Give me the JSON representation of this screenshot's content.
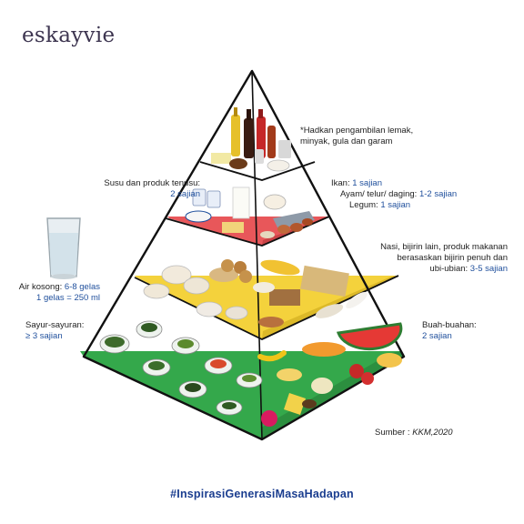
{
  "brand": "eskayvie",
  "tiers": {
    "top": {
      "note": "*Hadkan pengambilan lemak, minyak, gula dan garam"
    },
    "second": {
      "left_label": "Susu dan produk tenusu:",
      "left_value": "2 sajian",
      "right_items": [
        {
          "label": "Ikan: ",
          "value": "1 sajian"
        },
        {
          "label": "Ayam/ telur/ daging: ",
          "value": "1-2 sajian"
        },
        {
          "label": "Legum: ",
          "value": "1 sajian"
        }
      ]
    },
    "third": {
      "right_line1": "Nasi, bijirin lain, produk makanan",
      "right_line2": "berasaskan bijirin penuh dan",
      "right_line3": "ubi-ubian: ",
      "right_value": "3-5 sajian"
    },
    "bottom": {
      "left_label": "Sayur-sayuran:",
      "left_value": "≥ 3 sajian",
      "right_label": "Buah-buahan:",
      "right_value": "2 sajian"
    }
  },
  "water": {
    "label": "Air kosong: ",
    "value": "6-8 gelas",
    "line2": "1 gelas = 250 ml"
  },
  "source_label": "Sumber : ",
  "source_value": "KKM,2020",
  "tagline": "#InspirasiGenerasiMasaHadapan",
  "colors": {
    "tier_top": "#ffffff",
    "tier_second": "#e8575a",
    "tier_third": "#f4d23c",
    "tier_bottom": "#34a84b",
    "accent_text": "#1f4f9c",
    "tagline": "#1a3d8f"
  }
}
